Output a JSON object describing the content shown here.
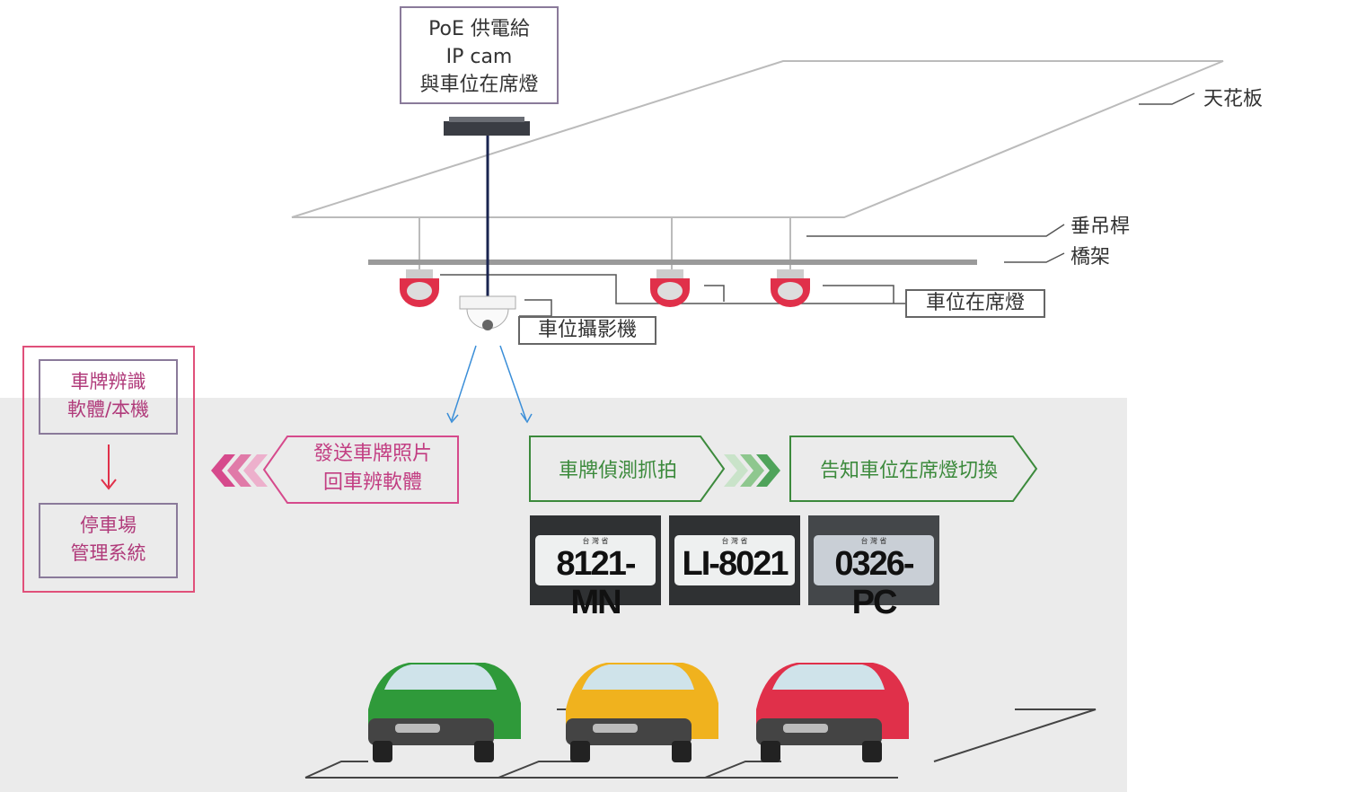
{
  "poe_box": {
    "lines": [
      "PoE 供電給",
      "IP cam",
      "與車位在席燈"
    ]
  },
  "labels": {
    "ceiling": "天花板",
    "hanger_rod": "垂吊桿",
    "cable_tray": "橋架",
    "occupancy_light": "車位在席燈",
    "parking_camera": "車位攝影機"
  },
  "left_panel": {
    "lpr_software": [
      "車牌辨識",
      "軟體/本機"
    ],
    "parking_management": [
      "停車場",
      "管理系統"
    ]
  },
  "flow": {
    "send_photo": [
      "發送車牌照片",
      "回車辨軟體"
    ],
    "detect_capture": "車牌偵測抓拍",
    "notify_light": "告知車位在席燈切換"
  },
  "plates": [
    {
      "province": "台 灣 省",
      "number": "8121-MN"
    },
    {
      "province": "台 灣 省",
      "number": "LI-8021"
    },
    {
      "province": "台 灣 省",
      "number": "0326-PC"
    }
  ],
  "colors": {
    "pink": "#d64a8c",
    "green": "#3c8a3c",
    "red_frame": "#e0507a",
    "navy": "#1a2450",
    "cars": [
      "#2f9a3a",
      "#f0b21e",
      "#e0304a"
    ]
  }
}
